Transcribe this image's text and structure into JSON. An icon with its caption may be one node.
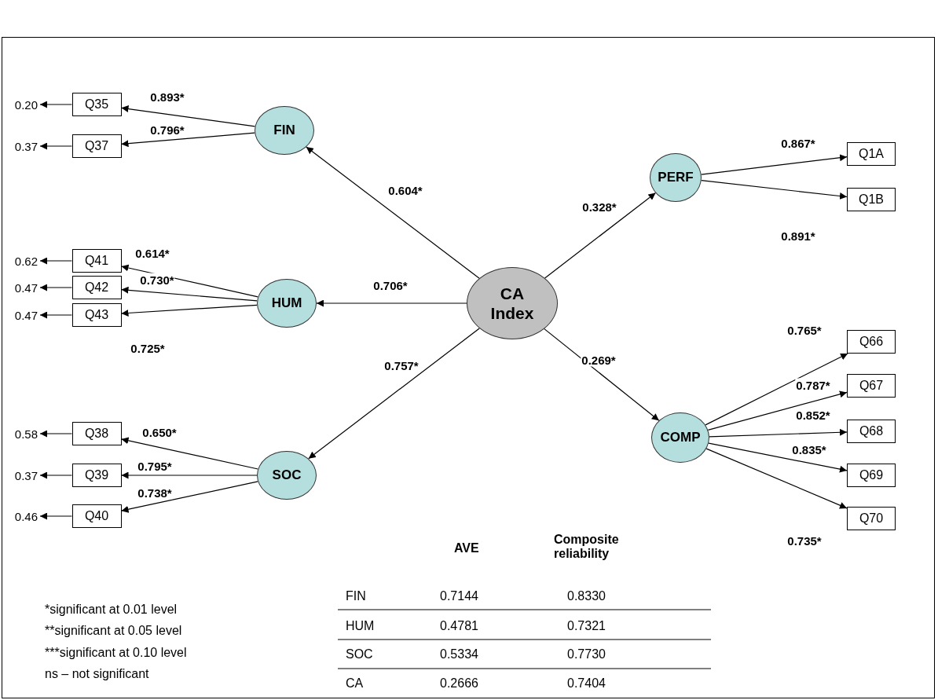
{
  "diagram": {
    "nodes": [
      {
        "text": [
          "Q35"
        ]
      },
      {
        "text": [
          "Q37"
        ]
      },
      {
        "text": [
          "FIN"
        ]
      },
      {
        "text": [
          "Q1A"
        ]
      },
      {
        "text": [
          "PERF"
        ]
      },
      {
        "text": [
          "Q1B"
        ]
      },
      {
        "text": [
          "Q41"
        ]
      },
      {
        "text": [
          "Q42"
        ]
      },
      {
        "text": [
          "HUM"
        ]
      },
      {
        "text": [
          "CA Index"
        ]
      },
      {
        "text": [
          "Q43"
        ]
      },
      {
        "text": [
          "Q66"
        ]
      },
      {
        "text": [
          "Q67"
        ]
      },
      {
        "text": [
          "COMP"
        ]
      },
      {
        "text": [
          "Q68"
        ]
      },
      {
        "text": [
          "Q38"
        ]
      },
      {
        "text": [
          "Q39"
        ]
      },
      {
        "text": [
          "SOC"
        ]
      },
      {
        "text": [
          "Q69"
        ]
      },
      {
        "text": [
          "Q40"
        ]
      },
      {
        "text": [
          "Q70"
        ]
      },
      {
        "text": [
          "0.20"
        ]
      },
      {
        "text": [
          "0.37"
        ]
      },
      {
        "text": [
          "0.62"
        ]
      },
      {
        "text": [
          "0.47"
        ]
      },
      {
        "text": [
          "0.47"
        ]
      },
      {
        "text": [
          "0.58"
        ]
      },
      {
        "text": [
          "0.37"
        ]
      },
      {
        "text": [
          "0.46"
        ]
      }
    ],
    "edges": [
      {
        "from": 2,
        "to": 0,
        "arrow": "to",
        "label": "0.893*"
      },
      {
        "from": 2,
        "to": 1,
        "arrow": "to",
        "label": "0.796*"
      },
      {
        "from": 9,
        "to": 2,
        "arrow": "to",
        "label": "0.604*"
      },
      {
        "from": 9,
        "to": 4,
        "arrow": "to",
        "label": "0.328*"
      },
      {
        "from": 4,
        "to": 3,
        "arrow": "to",
        "label": "0.867*"
      },
      {
        "from": 4,
        "to": 5,
        "arrow": "to",
        "label": "0.891*"
      },
      {
        "from": 8,
        "to": 6,
        "arrow": "to",
        "label": "0.614*"
      },
      {
        "from": 8,
        "to": 7,
        "arrow": "to",
        "label": "0.730*"
      },
      {
        "from": 8,
        "to": 10,
        "arrow": "to",
        "label": "0.725*"
      },
      {
        "from": 9,
        "to": 8,
        "arrow": "to",
        "label": "0.706*"
      },
      {
        "from": 9,
        "to": 17,
        "arrow": "to",
        "label": "0.757*"
      },
      {
        "from": 9,
        "to": 13,
        "arrow": "to",
        "label": "0.269*"
      },
      {
        "from": 13,
        "to": 11,
        "arrow": "to",
        "label": "0.765*"
      },
      {
        "from": 13,
        "to": 12,
        "arrow": "to",
        "label": "0.787*"
      },
      {
        "from": 13,
        "to": 14,
        "arrow": "to",
        "label": "0.852*"
      },
      {
        "from": 13,
        "to": 18,
        "arrow": "to",
        "label": "0.835*"
      },
      {
        "from": 13,
        "to": 20,
        "arrow": "to",
        "label": "0.735*"
      },
      {
        "from": 17,
        "to": 15,
        "arrow": "to",
        "label": "0.650*"
      },
      {
        "from": 17,
        "to": 16,
        "arrow": "to",
        "label": "0.795*"
      },
      {
        "from": 17,
        "to": 19,
        "arrow": "to",
        "label": "0.738*"
      },
      {
        "from": 0,
        "to": 21,
        "arrow": "to"
      },
      {
        "from": 1,
        "to": 22,
        "arrow": "to"
      },
      {
        "from": 6,
        "to": 23,
        "arrow": "to"
      },
      {
        "from": 7,
        "to": 24,
        "arrow": "to"
      },
      {
        "from": 10,
        "to": 25,
        "arrow": "to"
      },
      {
        "from": 15,
        "to": 26,
        "arrow": "to"
      },
      {
        "from": 16,
        "to": 27,
        "arrow": "to"
      },
      {
        "from": 19,
        "to": 28,
        "arrow": "to"
      }
    ],
    "labels": [
      "AVE",
      "Composite reliability",
      "FIN",
      "0.7144",
      "0.8330",
      "HUM",
      "0.4781",
      "0.7321",
      "SOC",
      "0.5334",
      "0.7730",
      "CA",
      "0.2666",
      "0.7404",
      "*significant at 0.01 level",
      "**significant at 0.05 level",
      "***significant at 0.10 level",
      "ns – not significant"
    ]
  }
}
